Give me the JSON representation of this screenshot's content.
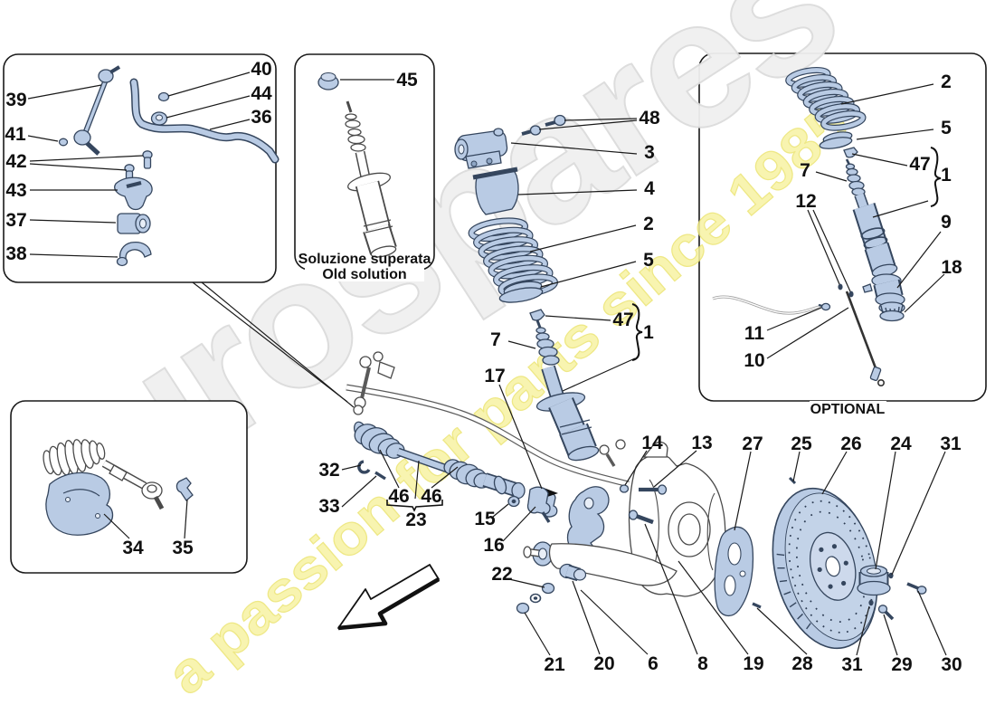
{
  "title": "Front suspension exploded parts diagram",
  "boxes": {
    "old_solution_line1": "Soluzione superata",
    "old_solution_line2": "Old solution",
    "optional": "OPTIONAL"
  },
  "watermark": {
    "brand": "eurospares",
    "tagline": "a passion for parts since 1985",
    "brand_color": "#efefef",
    "tagline_color": "#f7f3a3"
  },
  "colors": {
    "part_fill": "#b9cbe4",
    "part_stroke": "#35465e",
    "line": "#1a1a1a"
  },
  "callouts": {
    "c39": "39",
    "c40": "40",
    "c44": "44",
    "c36": "36",
    "c41": "41",
    "c42": "42",
    "c43": "43",
    "c37": "37",
    "c38": "38",
    "c45": "45",
    "c48": "48",
    "c3": "3",
    "c4": "4",
    "c2": "2",
    "c5": "5",
    "c47": "47",
    "c1": "1",
    "c7": "7",
    "c17": "17",
    "o2": "2",
    "o5": "5",
    "o47": "47",
    "o1": "1",
    "o7": "7",
    "o12": "12",
    "o9": "9",
    "o18": "18",
    "o11": "11",
    "o10": "10",
    "c34": "34",
    "c35": "35",
    "c32": "32",
    "c33": "33",
    "c46a": "46",
    "c46b": "46",
    "c23": "23",
    "c15": "15",
    "c16": "16",
    "c22": "22",
    "c21": "21",
    "c20": "20",
    "c6": "6",
    "c8": "8",
    "c19": "19",
    "c28": "28",
    "c31b": "31",
    "c29": "29",
    "c30": "30",
    "c14": "14",
    "c13": "13",
    "c27": "27",
    "c25": "25",
    "c26": "26",
    "c24": "24",
    "c31a": "31"
  }
}
